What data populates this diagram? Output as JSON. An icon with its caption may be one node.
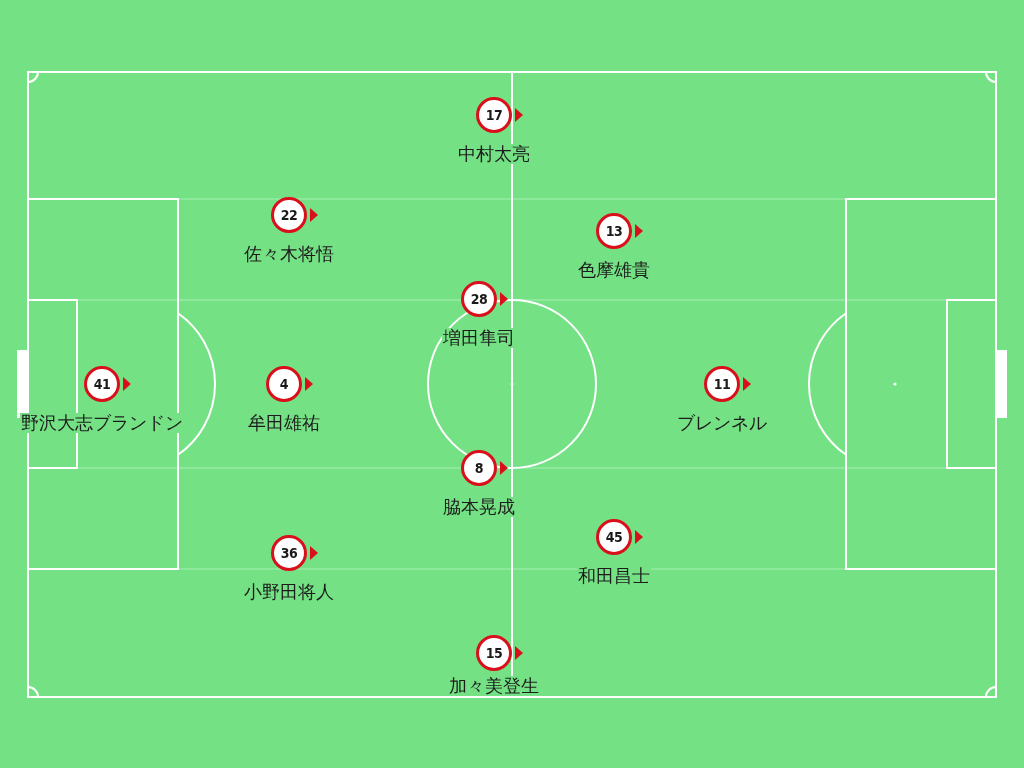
{
  "diagram": {
    "nodes": [
      {
        "text": [
          "17"
        ],
        "beside": [
          "中村太亮"
        ]
      },
      {
        "text": [
          "22"
        ],
        "beside": [
          "佐々木将悟"
        ]
      },
      {
        "text": [
          "13"
        ],
        "beside": [
          "色摩雄貴"
        ]
      },
      {
        "text": [
          "28"
        ],
        "beside": [
          "増田隼司"
        ]
      },
      {
        "text": [
          "41"
        ],
        "beside": [
          "野沢大志ブランドン"
        ]
      },
      {
        "text": [
          "4"
        ],
        "beside": [
          "牟田雄祐"
        ]
      },
      {
        "text": [
          "11"
        ],
        "beside": [
          "ブレンネル"
        ]
      },
      {
        "text": [
          "8"
        ],
        "beside": [
          "脇本晃成"
        ]
      },
      {
        "text": [
          "45"
        ],
        "beside": [
          "和田昌士"
        ]
      },
      {
        "text": [
          "36"
        ],
        "beside": [
          "小野田将人"
        ]
      },
      {
        "text": [
          "15"
        ],
        "beside": [
          "加々美登生"
        ]
      }
    ]
  }
}
